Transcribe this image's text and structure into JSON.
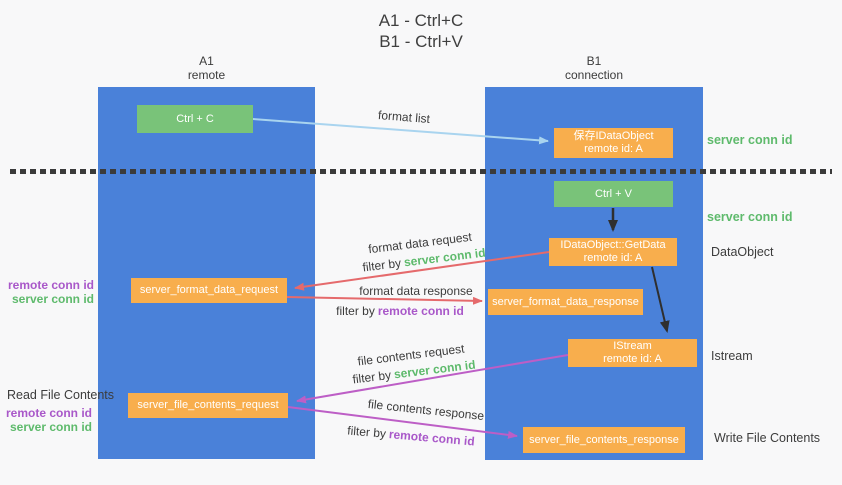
{
  "title": {
    "line1": "A1 - Ctrl+C",
    "line2": "B1 - Ctrl+V"
  },
  "columns": {
    "left": {
      "name": "A1",
      "role": "remote"
    },
    "right": {
      "name": "B1",
      "role": "connection"
    }
  },
  "boxes": {
    "ctrl_c": {
      "label": "Ctrl + C"
    },
    "save_idata": {
      "line1": "保存IDataObject",
      "line2": "remote id: A"
    },
    "ctrl_v": {
      "label": "Ctrl + V"
    },
    "getdata": {
      "line1": "IDataObject::GetData",
      "line2": "remote id: A"
    },
    "format_request": {
      "label": "server_format_data_request"
    },
    "format_response": {
      "label": "server_format_data_response"
    },
    "istream": {
      "line1": "IStream",
      "line2": "remote id: A"
    },
    "file_request": {
      "label": "server_file_contents_request"
    },
    "file_response": {
      "label": "server_file_contents_response"
    }
  },
  "flow_labels": {
    "format_list": "format list",
    "format_data_request": "format data request",
    "format_data_response": "format data response",
    "file_contents_request": "file contents request",
    "file_contents_response": "file contents response",
    "filter_by": "filter by",
    "server_conn_id": "server conn id",
    "remote_conn_id": "remote conn id"
  },
  "side_labels": {
    "server_conn_id_top": "server conn id",
    "server_conn_id_mid": "server conn id",
    "dataobject": "DataObject",
    "istream": "Istream",
    "read_file_contents": "Read File Contents",
    "write_file_contents": "Write File Contents",
    "remote_conn_id": "remote conn id",
    "server_conn_id": "server conn id"
  },
  "colors": {
    "lifeline_blue": "#4a81d9",
    "action_green": "#79c379",
    "message_orange": "#f8ae4d",
    "arrow_light_blue": "#a9d4ef",
    "arrow_red": "#e56a6c",
    "arrow_purple": "#bd5ec6",
    "arrow_black": "#2f2f2f",
    "label_green": "#5eba6c",
    "label_purple": "#a958c9"
  }
}
